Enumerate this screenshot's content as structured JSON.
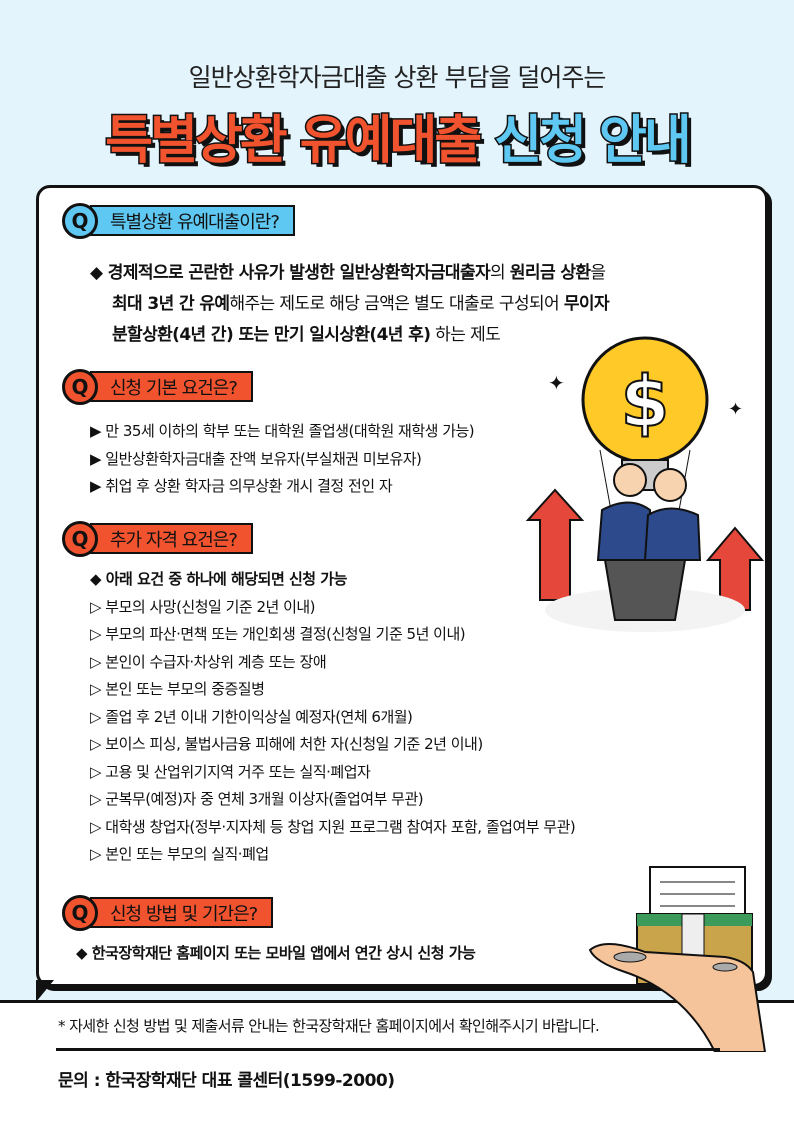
{
  "header": {
    "subtitle": "일반상환학자금대출 상환 부담을 덜어주는",
    "title_red": "특별상환 유예대출",
    "title_blue": "신청 안내"
  },
  "colors": {
    "red": "#f0532e",
    "blue": "#5fc8f2",
    "bg": "#e3f4fc"
  },
  "sections": [
    {
      "q": "Q",
      "heading": "특별상환 유예대출이란?",
      "segments": [
        {
          "t": "◆ ",
          "b": true
        },
        {
          "t": "경제적으로 곤란한 사유가 발생한 일반상환학자금대출자",
          "b": true
        },
        {
          "t": "의 ",
          "b": false
        },
        {
          "t": "원리금 상환",
          "b": true
        },
        {
          "t": "을",
          "b": false
        },
        {
          "t": "최대 3년 간 유예",
          "b": true
        },
        {
          "t": "해주는 제도로 해당 금액은 별도 대출로 구성되어 ",
          "b": false
        },
        {
          "t": "무이자",
          "b": true
        },
        {
          "t": "분할상환(4년 간) 또는 만기 일시상환(4년 후)",
          "b": true
        },
        {
          "t": " 하는 제도",
          "b": false
        }
      ]
    },
    {
      "q": "Q",
      "heading": "신청 기본 요건은?",
      "items": [
        "▶ 만 35세 이하의 학부 또는 대학원 졸업생(대학원 재학생 가능)",
        "▶ 일반상환학자금대출 잔액 보유자(부실채권 미보유자)",
        "▶ 취업 후 상환 학자금 의무상환 개시 결정 전인 자"
      ]
    },
    {
      "q": "Q",
      "heading": "추가 자격 요건은?",
      "lead": "◆ 아래 요건 중 하나에 해당되면 신청 가능",
      "items": [
        "▷ 부모의 사망(신청일 기준 2년 이내)",
        "▷ 부모의 파산·면책 또는 개인회생 결정(신청일 기준 5년 이내)",
        "▷ 본인이 수급자·차상위 계층 또는 장애",
        "▷ 본인 또는 부모의 중증질병",
        "▷ 졸업 후 2년 이내 기한이익상실 예정자(연체 6개월)",
        "▷ 보이스 피싱, 불법사금융 피해에 처한 자(신청일 기준 2년 이내)",
        "▷ 고용 및 산업위기지역 거주 또는 실직·폐업자",
        "▷ 군복무(예정)자 중 연체 3개월 이상자(졸업여부 무관)",
        "▷ 대학생 창업자(정부·지자체 등 창업 지원 프로그램 참여자 포함, 졸업여부 무관)",
        "▷ 본인 또는 부모의 실직·폐업"
      ]
    },
    {
      "q": "Q",
      "heading": "신청 방법 및 기간은?",
      "lead": "◆ 한국장학재단 홈페이지 또는 모바일 앱에서 연간 상시 신청 가능"
    }
  ],
  "illustration": {
    "bulb_symbol": "$"
  },
  "footer": {
    "note": "* 자세한 신청 방법 및 제출서류 안내는 한국장학재단 홈페이지에서 확인해주시기 바랍니다.",
    "contact": "문의 : 한국장학재단 대표 콜센터(1599-2000)"
  }
}
